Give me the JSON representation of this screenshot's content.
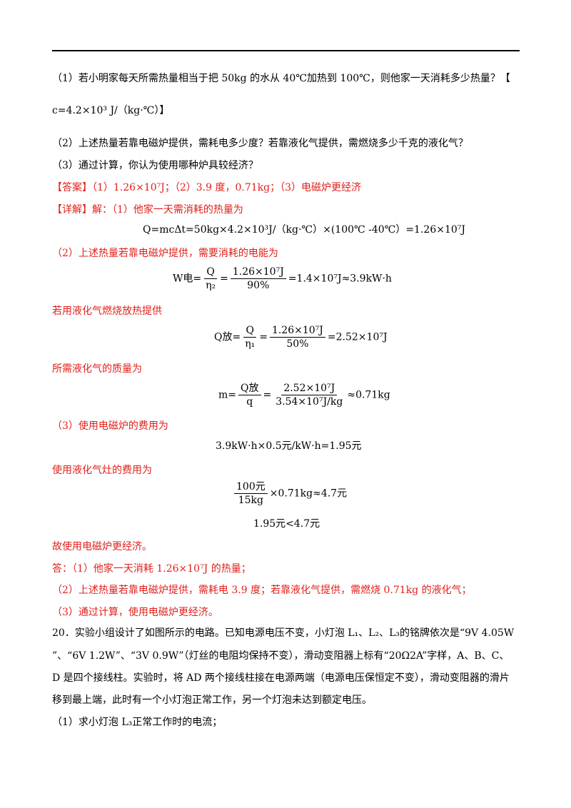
{
  "q1": "（1）若小明家每天所需热量相当于把 50kg 的水从 40℃加热到 100℃，则他家一天消耗多少热量？【",
  "q1b": "c=4.2×10³ J/（kg·℃）】",
  "q2": "（2）上述热量若靠电磁炉提供，需耗电多少度？若靠液化气提供，需燃烧多少千克的液化气？",
  "q3": "（3）通过计算，你认为使用哪种炉具较经济？",
  "answer": "【答案】（1）1.26×10⁷J；（2）3.9 度，0.71kg；（3）电磁炉更经济",
  "detail": "【详解】解：（1）他家一天需消耗的热量为",
  "eq1": "Q=mcΔt=50kg×4.2×10³J/（kg·℃）×(100℃ -40℃）=1.26×10⁷J",
  "s2": "（2）上述热量若靠电磁炉提供，需要消耗的电能为",
  "eq2": {
    "lhs": "W电=",
    "n1": "Q",
    "d1": "η₂",
    "n2": "1.26×10⁷J",
    "d2": "90%",
    "rhs": "=1.4×10⁷J≈3.9kW·h"
  },
  "s3": "若用液化气燃烧放热提供",
  "eq3": {
    "lhs": "Q放=",
    "n1": "Q",
    "d1": "η₁",
    "n2": "1.26×10⁷J",
    "d2": "50%",
    "rhs": "=2.52×10⁷J"
  },
  "s4": "所需液化气的质量为",
  "eq4": {
    "lhs": "m=",
    "n1": "Q放",
    "d1": "q",
    "n2": "2.52×10⁷J",
    "d2": "3.54×10⁷J/kg",
    "rhs": "≈0.71kg"
  },
  "s5": "（3）使用电磁炉的费用为",
  "eq5": "3.9kW·h×0.5元/kW·h=1.95元",
  "s6": "使用液化气灶的费用为",
  "eq6": {
    "n": "100元",
    "d": "15kg",
    "rhs": "×0.71kg≈4.7元"
  },
  "eq7": "1.95元<4.7元",
  "s7": "故使用电磁炉更经济。",
  "a1": "答：（1）他家一天消耗 1.26×10⁷J 的热量；",
  "a2": "（2）上述热量若靠电磁炉提供，需耗电 3.9 度；若靠液化气提供，需燃烧 0.71kg 的液化气；",
  "a3": "（3）通过计算，使用电磁炉更经济。",
  "p20a": "20．实验小组设计了如图所示的电路。已知电源电压不变，小灯泡 L₁、L₂、L₃的铭牌依次是“9V  4.05W",
  "p20b": "”、“6V 1.2W”、“3V 0.9W”（灯丝的电阻均保持不变），滑动变阻器上标有“20Ω2A”字样，A、B、C、",
  "p20c": "D 是四个接线柱。实验时，将 AD 两个接线柱接在电源两端（电源电压保恒定不变），滑动变阻器的滑片",
  "p20d": "移到最上端，此时有一个小灯泡正常工作，另一个灯泡未达到额定电压。",
  "p20e": "（1）求小灯泡 L₃正常工作时的电流；"
}
